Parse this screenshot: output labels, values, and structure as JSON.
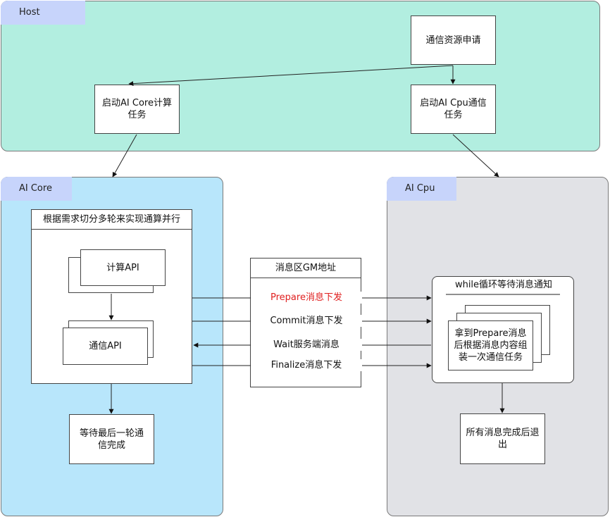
{
  "host": {
    "tag": "Host",
    "comm_resource": "通信资源申请",
    "start_core_task": "启动AI Core计算任务",
    "start_cpu_task": "启动AI Cpu通信任务"
  },
  "ai_core": {
    "tag": "AI Core",
    "split_group_title": "根据需求切分多轮来实现通算并行",
    "compute_api": "计算API",
    "comm_api": "通信API",
    "wait_last_round": "等待最后一轮通信完成"
  },
  "message_zone": {
    "title": "消息区GM地址",
    "prepare": "Prepare消息下发",
    "commit": "Commit消息下发",
    "wait": "Wait服务端消息",
    "finalize": "Finalize消息下发"
  },
  "ai_cpu": {
    "tag": "AI Cpu",
    "loop_title": "while循环等待消息通知",
    "handle_msg": "拿到Prepare消息后根据消息内容组装一次通信任务",
    "exit": "所有消息完成后退出"
  },
  "colors": {
    "host_bg": "#b2eee0",
    "core_bg": "#b8e6fb",
    "cpu_bg": "#e1e2e6",
    "tag_bg": "#c7d4fb",
    "prepare_text": "#e02020"
  }
}
